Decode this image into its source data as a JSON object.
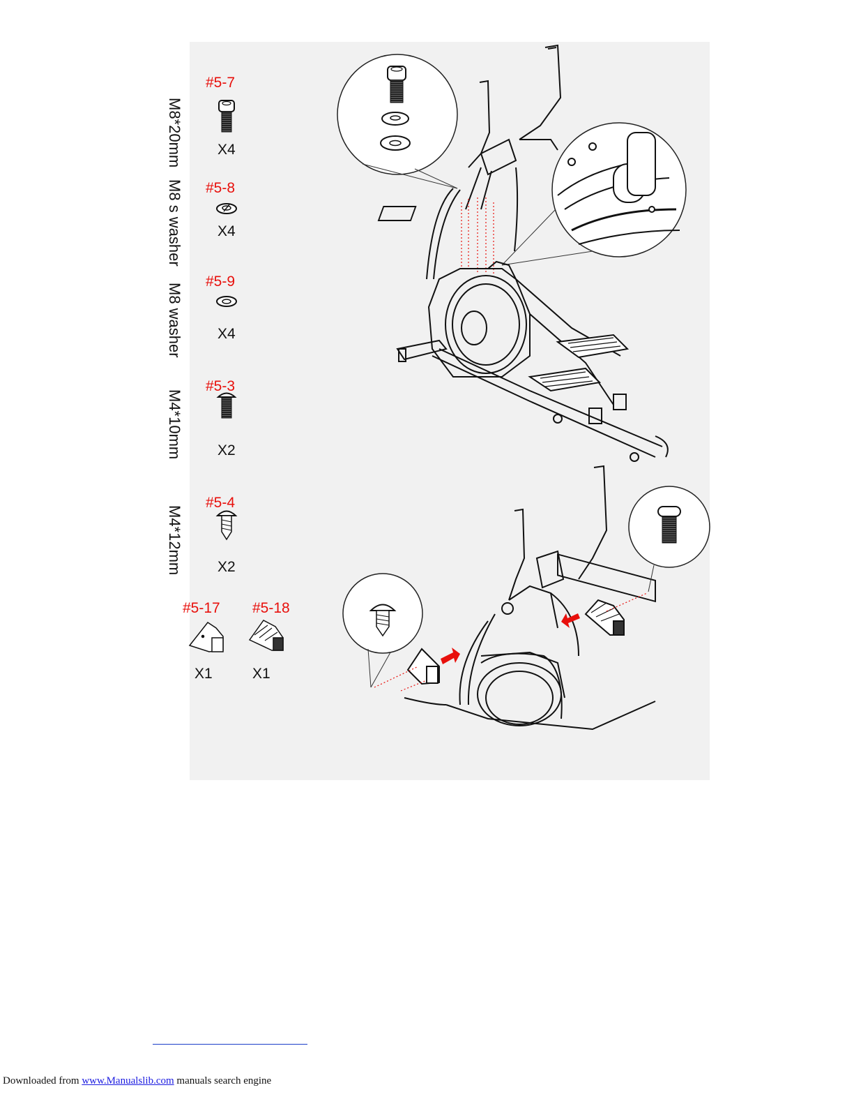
{
  "parts": [
    {
      "id": "#5-7",
      "qty": "X4",
      "label": "M8*20mm"
    },
    {
      "id": "#5-8",
      "qty": "X4",
      "label": "M8 s washer"
    },
    {
      "id": "#5-9",
      "qty": "X4",
      "label": "M8 washer"
    },
    {
      "id": "#5-3",
      "qty": "X2",
      "label": "M4*10mm"
    },
    {
      "id": "#5-4",
      "qty": "X2",
      "label": "M4*12mm"
    },
    {
      "id": "#5-17",
      "qty": "X1"
    },
    {
      "id": "#5-18",
      "qty": "X1"
    }
  ],
  "footer": {
    "prefix": "Downloaded from ",
    "link": "www.Manualslib.com",
    "suffix": " manuals search engine"
  },
  "colors": {
    "accent": "#e8100c",
    "link": "#1a1ae0",
    "panel": "#f1f1f1"
  }
}
